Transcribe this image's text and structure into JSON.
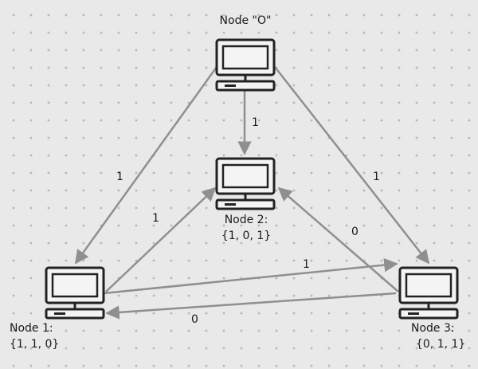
{
  "nodes": [
    {
      "id": "O",
      "title": "Node \"O\"",
      "set": ""
    },
    {
      "id": "2",
      "title": "Node 2:",
      "set": "{1, 0, 1}"
    },
    {
      "id": "1",
      "title": "Node 1:",
      "set": "{1, 1, 0}"
    },
    {
      "id": "3",
      "title": "Node 3:",
      "set": "{0, 1, 1}"
    }
  ],
  "edges": [
    {
      "from": "O",
      "to": "2",
      "label": "1"
    },
    {
      "from": "O",
      "to": "1",
      "label": "1"
    },
    {
      "from": "O",
      "to": "3",
      "label": "1"
    },
    {
      "from": "1",
      "to": "2",
      "label": "1"
    },
    {
      "from": "1",
      "to": "3",
      "label": "1"
    },
    {
      "from": "3",
      "to": "2",
      "label": "0"
    },
    {
      "from": "3",
      "to": "1",
      "label": "0"
    }
  ],
  "colors": {
    "edge": "#8f8f8f",
    "computer_stroke": "#222222",
    "computer_fill": "#f2f2f2",
    "background": "#e9e9e9"
  },
  "icon": "desktop-computer-icon"
}
